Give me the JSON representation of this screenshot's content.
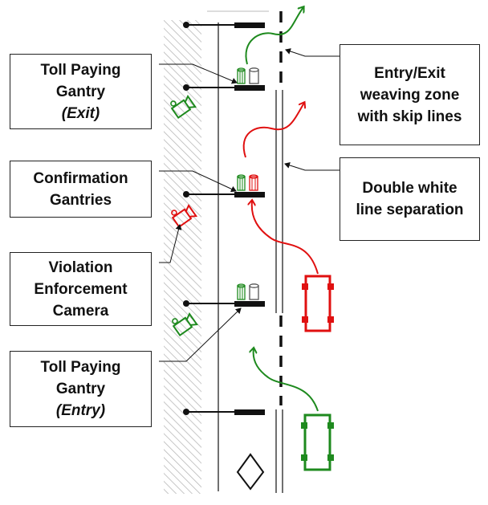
{
  "labels": {
    "toll_exit": {
      "line1": "Toll Paying",
      "line2": "Gantry",
      "line3": "(Exit)"
    },
    "confirmation": {
      "line1": "Confirmation",
      "line2": "Gantries"
    },
    "violation": {
      "line1": "Violation",
      "line2": "Enforcement",
      "line3": "Camera"
    },
    "toll_entry": {
      "line1": "Toll Paying",
      "line2": "Gantry",
      "line3": "(Entry)"
    },
    "weaving": {
      "line1": "Entry/Exit",
      "line2": "weaving zone",
      "line3": "with skip lines"
    },
    "double_line": {
      "line1": "Double white",
      "line2": "line separation"
    }
  },
  "colors": {
    "green": "#1e8a1e",
    "red": "#e01010",
    "black": "#111111",
    "shoulder_hatch": "#b0b0b0"
  }
}
